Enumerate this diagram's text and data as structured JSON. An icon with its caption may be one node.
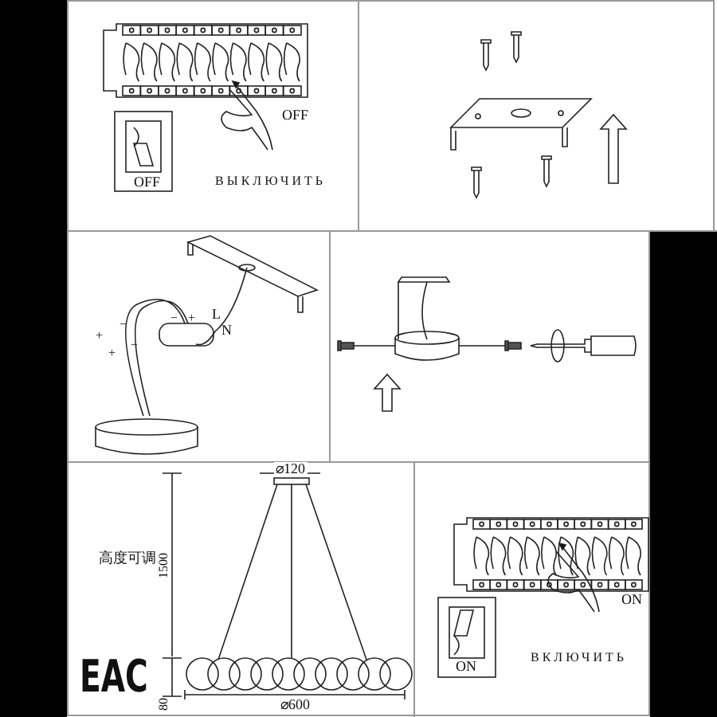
{
  "diagram": {
    "labels": [
      "OFF",
      "OFF",
      "ВЫКЛЮЧИТЬ",
      "+",
      "−",
      "+",
      "−",
      "−",
      "+",
      "L",
      "N",
      "⌀120",
      "高度可调",
      "1500",
      "80",
      "⌀600",
      "EAC",
      "ON",
      "ON",
      "ВКЛЮЧИТЬ"
    ]
  }
}
